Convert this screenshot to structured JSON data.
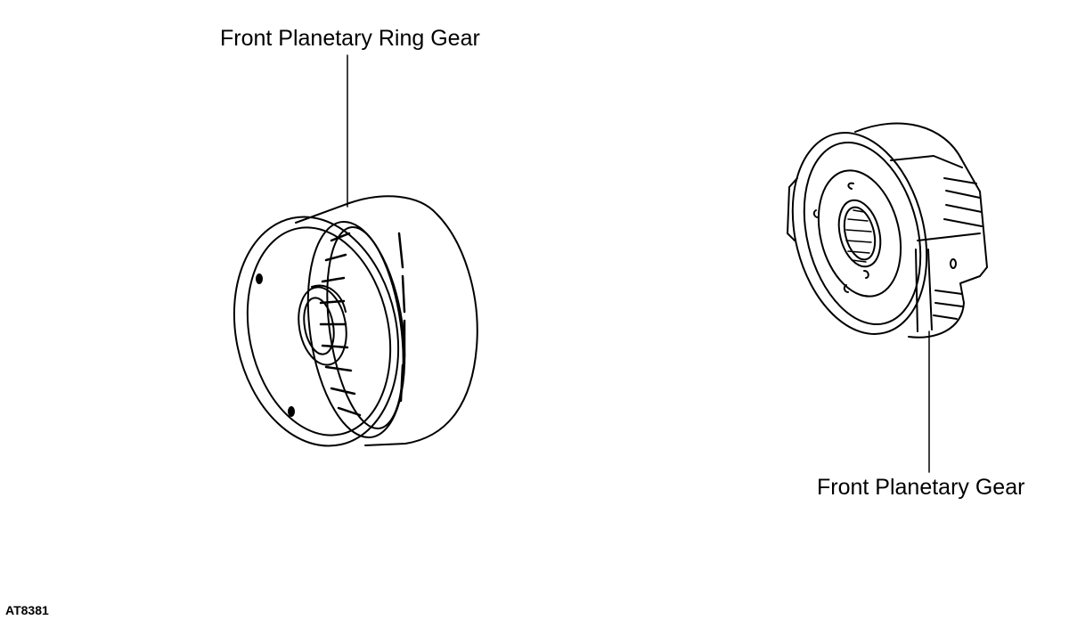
{
  "labels": {
    "ring_gear": "Front Planetary Ring Gear",
    "planetary_gear": "Front Planetary Gear"
  },
  "figure_code": "AT8381",
  "colors": {
    "ink": "#000000",
    "paper": "#ffffff"
  }
}
